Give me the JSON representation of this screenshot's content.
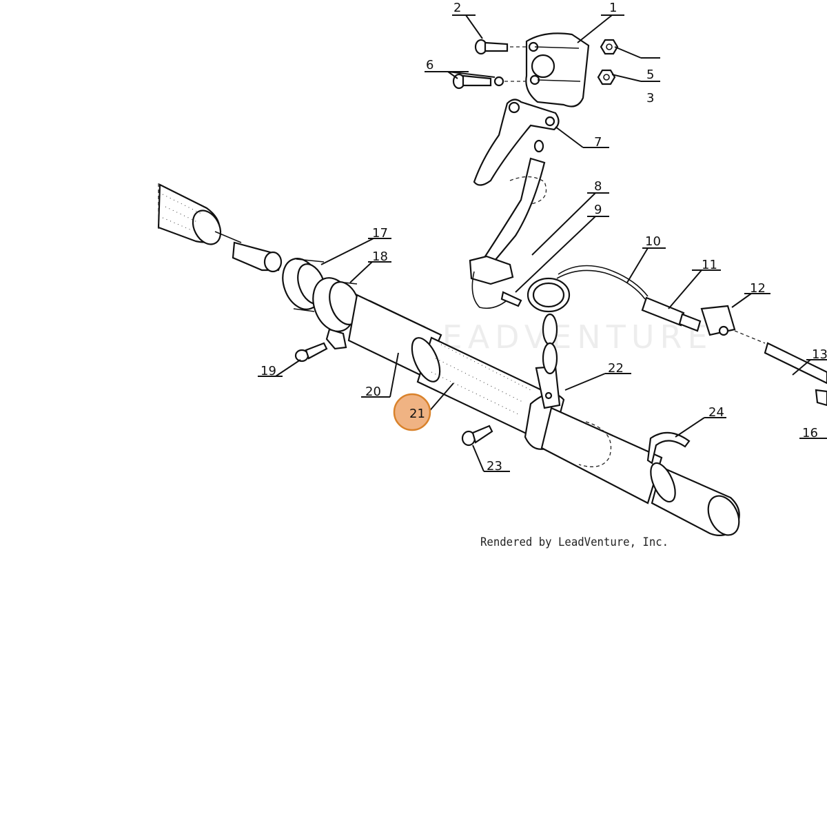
{
  "diagram": {
    "watermark": "LEADVENTURE",
    "credit": "Rendered by LeadVenture, Inc.",
    "highlight_color": "#f0b383",
    "highlight_stroke": "#d9822b",
    "callouts": [
      {
        "num": "1",
        "label": "1"
      },
      {
        "num": "2",
        "label": "2"
      },
      {
        "num": "3",
        "label": "3"
      },
      {
        "num": "5",
        "label": "5"
      },
      {
        "num": "6",
        "label": "6"
      },
      {
        "num": "7",
        "label": "7"
      },
      {
        "num": "8",
        "label": "8"
      },
      {
        "num": "9",
        "label": "9"
      },
      {
        "num": "10",
        "label": "10"
      },
      {
        "num": "11",
        "label": "11"
      },
      {
        "num": "12",
        "label": "12"
      },
      {
        "num": "13",
        "label": "13"
      },
      {
        "num": "16",
        "label": "16"
      },
      {
        "num": "17",
        "label": "17"
      },
      {
        "num": "18",
        "label": "18"
      },
      {
        "num": "19",
        "label": "19"
      },
      {
        "num": "20",
        "label": "20"
      },
      {
        "num": "21",
        "label": "21",
        "highlighted": true
      },
      {
        "num": "22",
        "label": "22"
      },
      {
        "num": "23",
        "label": "23"
      },
      {
        "num": "24",
        "label": "24"
      }
    ]
  }
}
